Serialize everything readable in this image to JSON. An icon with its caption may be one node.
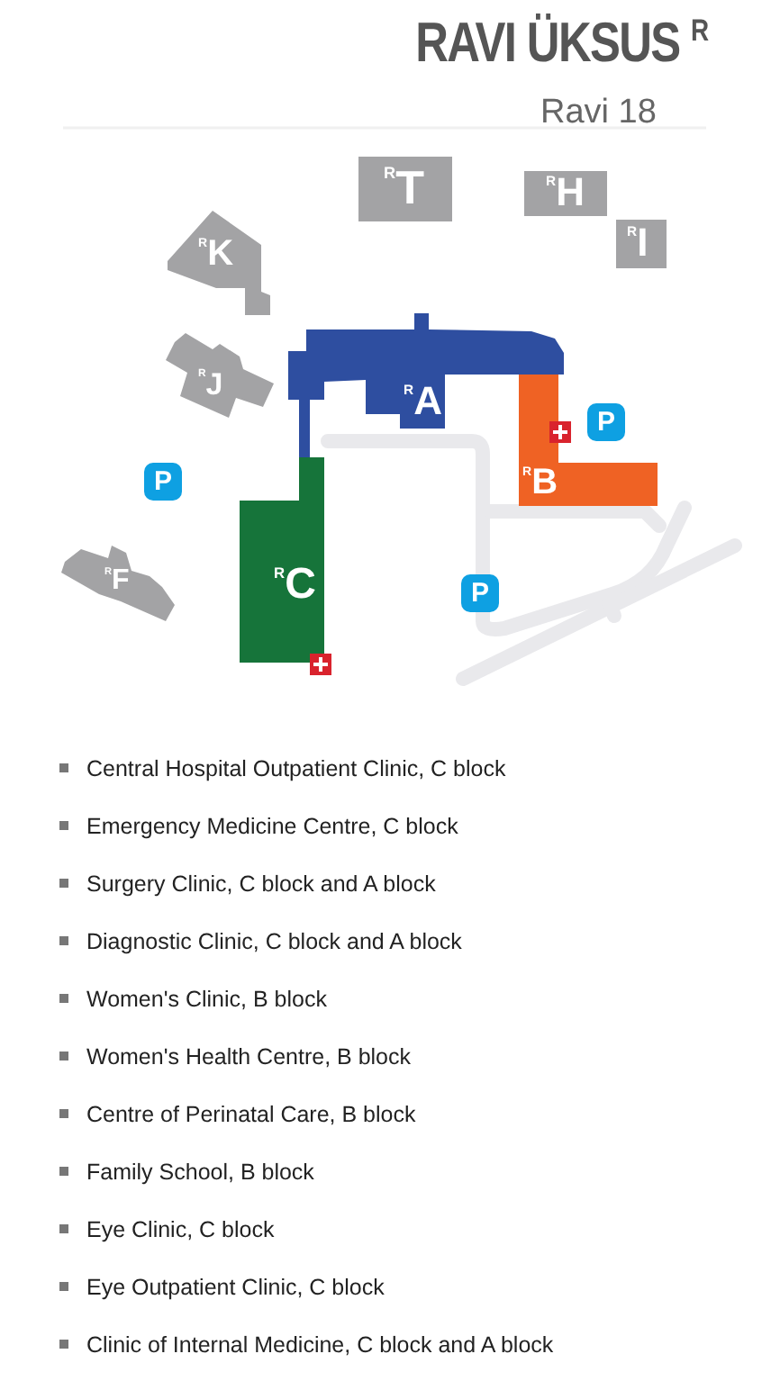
{
  "diagram": {
    "title": "RAVI ÜKSUS $^{R}$",
    "nodes": [
      {
        "text": [
          "$^{R}$T"
        ]
      },
      {
        "text": [
          "$^{R}$H"
        ]
      },
      {
        "text": [
          "$^{R}$I"
        ]
      },
      {
        "text": [
          "$^{R}$K"
        ]
      },
      {
        "text": [
          "$^{R}$J"
        ]
      },
      {
        "text": [
          "$^{R}$A"
        ]
      },
      {
        "text": [
          "P"
        ]
      },
      {
        "text": [
          "$^{R}$B"
        ]
      },
      {
        "text": [
          "P"
        ]
      },
      {
        "text": [
          "$^{R}$C"
        ]
      },
      {
        "text": [
          "$^{R}$F"
        ]
      },
      {
        "text": [
          "P"
        ]
      }
    ],
    "edges": [],
    "labels": [
      "Ravi 18",
      "Central Hospital Outpatient Clinic, C block",
      "Emergency Medicine Centre, C block",
      "Surgery Clinic, C block and A block",
      "Diagnostic Clinic, C block and A block",
      "Women's Clinic, B block",
      "Women's Health Centre, B block",
      "Centre of Perinatal Care, B block",
      "Family School, B block",
      "Eye Clinic, C block",
      "Eye Outpatient Clinic, C block",
      "Clinic of Internal Medicine, C block and A block"
    ]
  }
}
